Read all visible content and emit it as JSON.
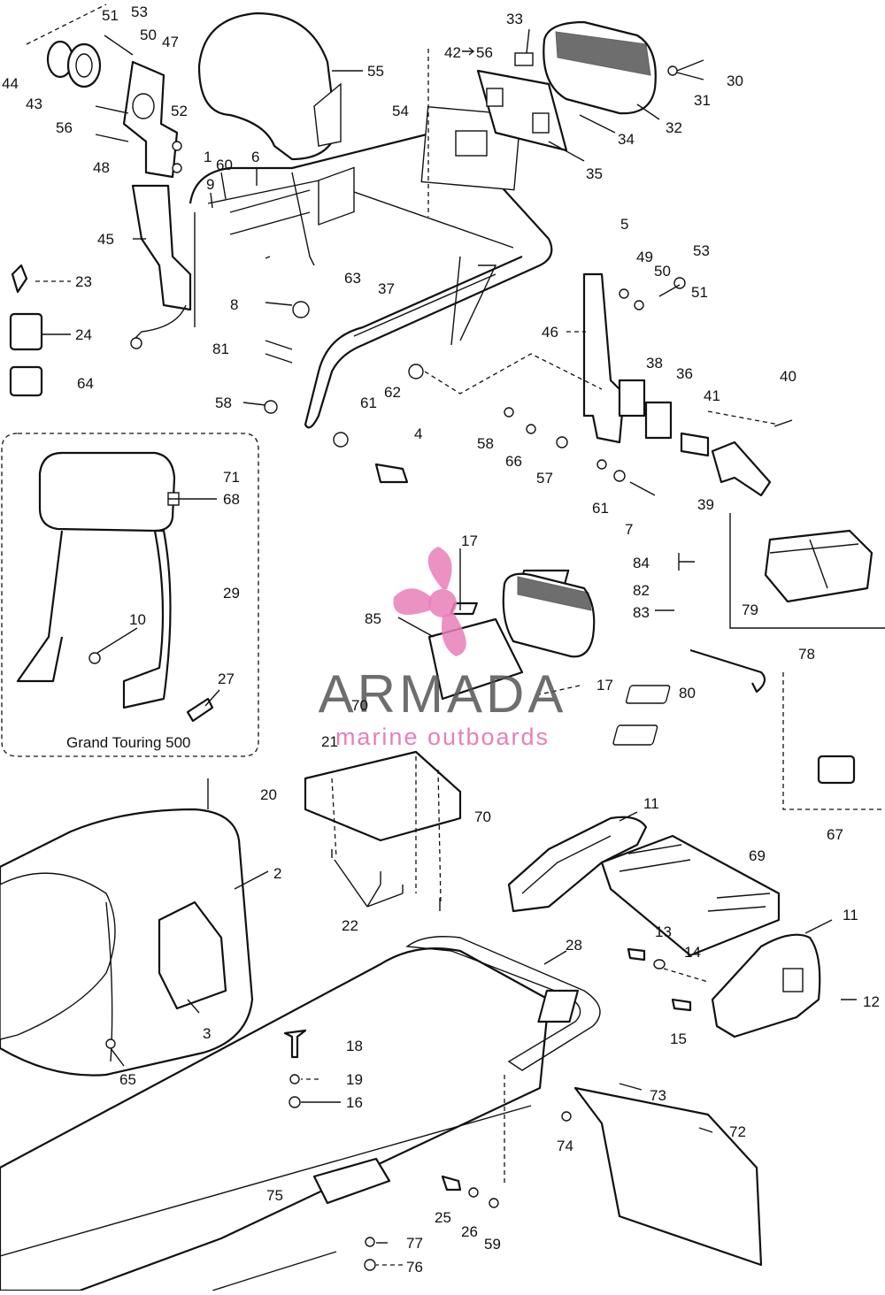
{
  "callouts": [
    {
      "id": "1",
      "text": "1"
    },
    {
      "id": "2",
      "text": "2"
    },
    {
      "id": "3",
      "text": "3"
    },
    {
      "id": "4",
      "text": "4"
    },
    {
      "id": "5",
      "text": "5"
    },
    {
      "id": "6",
      "text": "6"
    },
    {
      "id": "7",
      "text": "7"
    },
    {
      "id": "8",
      "text": "8"
    },
    {
      "id": "9",
      "text": "9"
    },
    {
      "id": "10",
      "text": "10"
    },
    {
      "id": "11a",
      "text": "11"
    },
    {
      "id": "11b",
      "text": "11"
    },
    {
      "id": "12",
      "text": "12"
    },
    {
      "id": "13",
      "text": "13"
    },
    {
      "id": "14",
      "text": "14"
    },
    {
      "id": "15",
      "text": "15"
    },
    {
      "id": "16",
      "text": "16"
    },
    {
      "id": "17a",
      "text": "17"
    },
    {
      "id": "17b",
      "text": "17"
    },
    {
      "id": "18",
      "text": "18"
    },
    {
      "id": "19",
      "text": "19"
    },
    {
      "id": "20",
      "text": "20"
    },
    {
      "id": "21",
      "text": "21"
    },
    {
      "id": "22",
      "text": "22"
    },
    {
      "id": "23",
      "text": "23"
    },
    {
      "id": "24",
      "text": "24"
    },
    {
      "id": "25",
      "text": "25"
    },
    {
      "id": "26",
      "text": "26"
    },
    {
      "id": "27",
      "text": "27"
    },
    {
      "id": "28",
      "text": "28"
    },
    {
      "id": "29",
      "text": "29"
    },
    {
      "id": "30",
      "text": "30"
    },
    {
      "id": "31",
      "text": "31"
    },
    {
      "id": "32",
      "text": "32"
    },
    {
      "id": "33",
      "text": "33"
    },
    {
      "id": "34",
      "text": "34"
    },
    {
      "id": "35",
      "text": "35"
    },
    {
      "id": "36",
      "text": "36"
    },
    {
      "id": "37",
      "text": "37"
    },
    {
      "id": "38",
      "text": "38"
    },
    {
      "id": "39",
      "text": "39"
    },
    {
      "id": "40",
      "text": "40"
    },
    {
      "id": "41",
      "text": "41"
    },
    {
      "id": "42",
      "text": "42"
    },
    {
      "id": "43",
      "text": "43"
    },
    {
      "id": "44",
      "text": "44"
    },
    {
      "id": "45",
      "text": "45"
    },
    {
      "id": "46",
      "text": "46"
    },
    {
      "id": "47",
      "text": "47"
    },
    {
      "id": "48",
      "text": "48"
    },
    {
      "id": "49",
      "text": "49"
    },
    {
      "id": "50a",
      "text": "50"
    },
    {
      "id": "50b",
      "text": "50"
    },
    {
      "id": "51a",
      "text": "51"
    },
    {
      "id": "51b",
      "text": "51"
    },
    {
      "id": "52",
      "text": "52"
    },
    {
      "id": "53a",
      "text": "53"
    },
    {
      "id": "53b",
      "text": "53"
    },
    {
      "id": "54",
      "text": "54"
    },
    {
      "id": "55",
      "text": "55"
    },
    {
      "id": "56a",
      "text": "56"
    },
    {
      "id": "56b",
      "text": "56"
    },
    {
      "id": "57",
      "text": "57"
    },
    {
      "id": "58a",
      "text": "58"
    },
    {
      "id": "58b",
      "text": "58"
    },
    {
      "id": "59",
      "text": "59"
    },
    {
      "id": "60",
      "text": "60"
    },
    {
      "id": "61a",
      "text": "61"
    },
    {
      "id": "61b",
      "text": "61"
    },
    {
      "id": "62",
      "text": "62"
    },
    {
      "id": "63",
      "text": "63"
    },
    {
      "id": "64",
      "text": "64"
    },
    {
      "id": "65",
      "text": "65"
    },
    {
      "id": "66",
      "text": "66"
    },
    {
      "id": "67",
      "text": "67"
    },
    {
      "id": "68",
      "text": "68"
    },
    {
      "id": "69",
      "text": "69"
    },
    {
      "id": "70a",
      "text": "70"
    },
    {
      "id": "70b",
      "text": "70"
    },
    {
      "id": "71",
      "text": "71"
    },
    {
      "id": "72",
      "text": "72"
    },
    {
      "id": "73",
      "text": "73"
    },
    {
      "id": "74",
      "text": "74"
    },
    {
      "id": "75",
      "text": "75"
    },
    {
      "id": "76",
      "text": "76"
    },
    {
      "id": "77",
      "text": "77"
    },
    {
      "id": "78",
      "text": "78"
    },
    {
      "id": "79",
      "text": "79"
    },
    {
      "id": "80",
      "text": "80"
    },
    {
      "id": "81",
      "text": "81"
    },
    {
      "id": "82",
      "text": "82"
    },
    {
      "id": "83",
      "text": "83"
    },
    {
      "id": "84",
      "text": "84"
    },
    {
      "id": "85",
      "text": "85"
    }
  ],
  "inset_label": "Grand Touring 500",
  "watermark": {
    "title": "ARMADA",
    "subtitle": "marine outboards",
    "accent_color": "#e87fb8",
    "title_color": "#555555"
  }
}
